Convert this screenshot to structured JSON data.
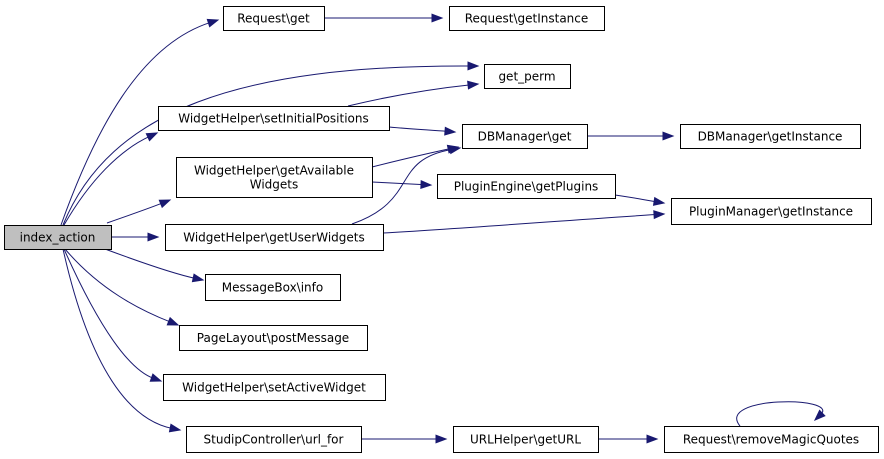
{
  "graph": {
    "nodes": {
      "index_action": {
        "label": [
          "index_action"
        ],
        "root": true
      },
      "request_get": {
        "label": [
          "Request\\get"
        ]
      },
      "request_getinstance": {
        "label": [
          "Request\\getInstance"
        ]
      },
      "get_perm": {
        "label": [
          "get_perm"
        ]
      },
      "widgethelper_setinitialpositions": {
        "label": [
          "WidgetHelper\\setInitialPositions"
        ]
      },
      "dbmanager_get": {
        "label": [
          "DBManager\\get"
        ]
      },
      "dbmanager_getinstance": {
        "label": [
          "DBManager\\getInstance"
        ]
      },
      "widgethelper_getavailablewidgets": {
        "label": [
          "WidgetHelper\\getAvailable",
          "Widgets"
        ]
      },
      "pluginengine_getplugins": {
        "label": [
          "PluginEngine\\getPlugins"
        ]
      },
      "pluginmanager_getinstance": {
        "label": [
          "PluginManager\\getInstance"
        ]
      },
      "widgethelper_getuserwidgets": {
        "label": [
          "WidgetHelper\\getUserWidgets"
        ]
      },
      "messagebox_info": {
        "label": [
          "MessageBox\\info"
        ]
      },
      "pagelayout_postmessage": {
        "label": [
          "PageLayout\\postMessage"
        ]
      },
      "widgethelper_setactivewidget": {
        "label": [
          "WidgetHelper\\setActiveWidget"
        ]
      },
      "studipcontroller_url_for": {
        "label": [
          "StudipController\\url_for"
        ]
      },
      "urlhelper_geturl": {
        "label": [
          "URLHelper\\getURL"
        ]
      },
      "request_removemagicquotes": {
        "label": [
          "Request\\removeMagicQuotes"
        ]
      }
    },
    "edges": [
      [
        "index_action",
        "request_get"
      ],
      [
        "index_action",
        "get_perm"
      ],
      [
        "index_action",
        "widgethelper_setinitialpositions"
      ],
      [
        "index_action",
        "widgethelper_getavailablewidgets"
      ],
      [
        "index_action",
        "widgethelper_getuserwidgets"
      ],
      [
        "index_action",
        "messagebox_info"
      ],
      [
        "index_action",
        "pagelayout_postmessage"
      ],
      [
        "index_action",
        "widgethelper_setactivewidget"
      ],
      [
        "index_action",
        "studipcontroller_url_for"
      ],
      [
        "request_get",
        "request_getinstance"
      ],
      [
        "widgethelper_setinitialpositions",
        "get_perm"
      ],
      [
        "widgethelper_setinitialpositions",
        "dbmanager_get"
      ],
      [
        "widgethelper_getavailablewidgets",
        "dbmanager_get"
      ],
      [
        "widgethelper_getavailablewidgets",
        "pluginengine_getplugins"
      ],
      [
        "widgethelper_getuserwidgets",
        "dbmanager_get"
      ],
      [
        "widgethelper_getuserwidgets",
        "pluginmanager_getinstance"
      ],
      [
        "dbmanager_get",
        "dbmanager_getinstance"
      ],
      [
        "pluginengine_getplugins",
        "pluginmanager_getinstance"
      ],
      [
        "studipcontroller_url_for",
        "urlhelper_geturl"
      ],
      [
        "urlhelper_geturl",
        "request_removemagicquotes"
      ],
      [
        "request_removemagicquotes",
        "request_removemagicquotes"
      ]
    ]
  }
}
